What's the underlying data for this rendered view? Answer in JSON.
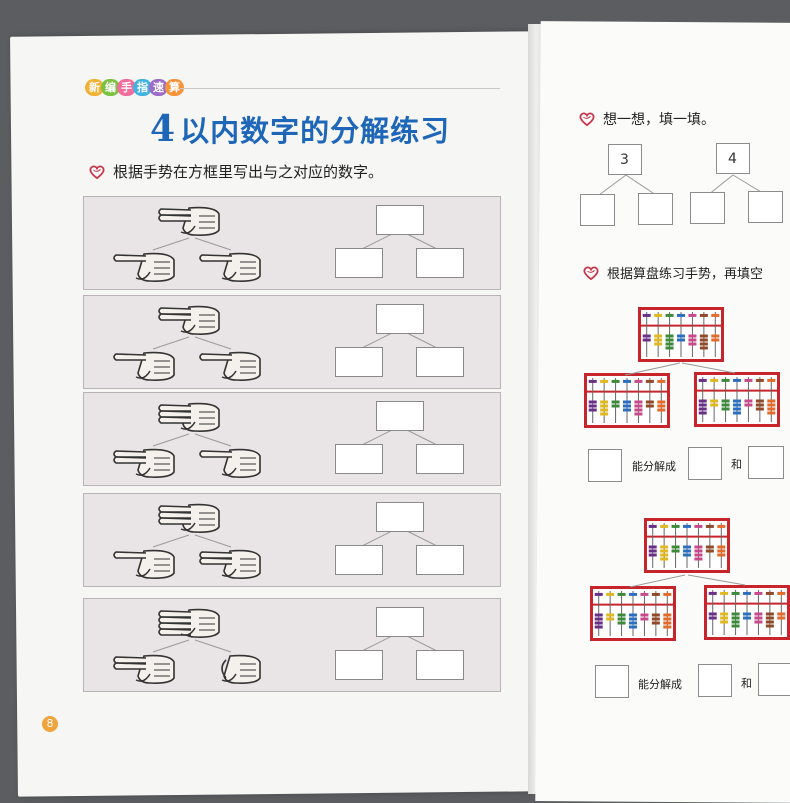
{
  "badge": {
    "chars": [
      "新",
      "编",
      "手",
      "指",
      "速",
      "算"
    ],
    "colors": [
      "#f2b134",
      "#7cc242",
      "#f06d9c",
      "#41b3e0",
      "#9b6cc9",
      "#f7943a"
    ]
  },
  "left_page": {
    "title_number": "4",
    "title_text": "以内数字的分解练习",
    "instruction": "根据手势在方框里写出与之对应的数字。",
    "page_number": "8",
    "rows": [
      {
        "top_fingers": 2,
        "left_fingers": 1,
        "right_fingers": 1
      },
      {
        "top_fingers": 2,
        "left_fingers": 1,
        "right_fingers": 1
      },
      {
        "top_fingers": 3,
        "left_fingers": 2,
        "right_fingers": 1
      },
      {
        "top_fingers": 3,
        "left_fingers": 1,
        "right_fingers": 2
      },
      {
        "top_fingers": 4,
        "left_fingers": 2,
        "right_fingers": 0
      }
    ]
  },
  "right_page": {
    "think_label": "想一想，填一填。",
    "tree_tops": [
      "3",
      "4"
    ],
    "abacus_label": "根据算盘练习手势，再填空",
    "decompose_word": "能分解成",
    "and_word": "和",
    "heart_color": "#c9364a",
    "frame_color": "#c8242b",
    "bead_colors": [
      "#6a2f86",
      "#e0b820",
      "#3d8a3a",
      "#2b6fc0",
      "#c94a8a",
      "#8f4a2a",
      "#e46b2a"
    ]
  }
}
